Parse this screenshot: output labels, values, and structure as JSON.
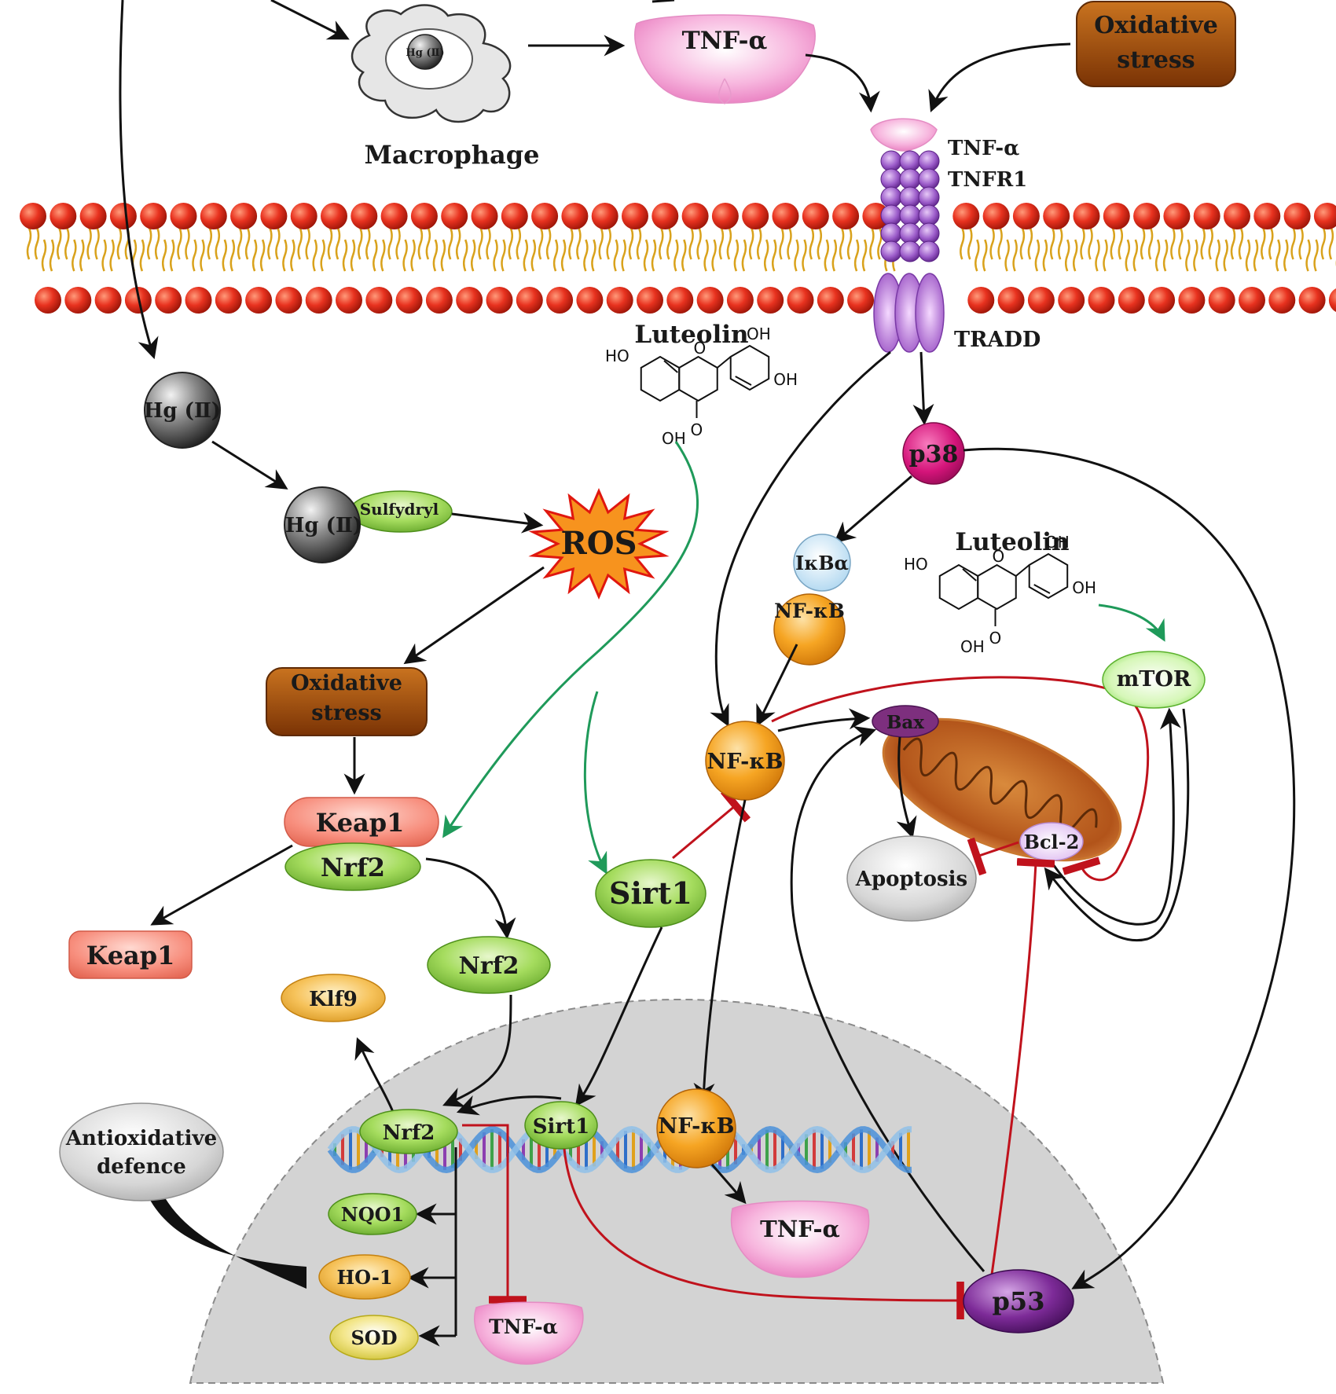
{
  "colors": {
    "activation_arrow": "#111111",
    "inhibition": "#c0121c",
    "luteolin_arrow": "#1f9a5a",
    "membrane_head": "#e8321f",
    "membrane_tail": "#d9a21c",
    "nucleus": "#d3d3d3",
    "oxidative_stress": "#9a4a0c",
    "tnf": "#f5a8d6",
    "keap1": "#f6887a",
    "nrf2": "#8fcf3f",
    "nfkb": "#f29a16",
    "p38": "#d4147a",
    "p53": "#6d1b86",
    "ros": "#f7931e",
    "mtor": "#86e04a",
    "bcl2": "#e3c1f2",
    "bax": "#7d2f7e"
  },
  "labels": {
    "macrophage": "Macrophage",
    "macrophage_hg": "Hg (Ⅱ)",
    "tnf_top": "TNF-α",
    "oxidative_stress_top": [
      "Oxidative",
      "stress"
    ],
    "receptor_tnf": "TNF-α",
    "receptor_tnfr1": "TNFR1",
    "tradd": "TRADD",
    "hg_free": "Hg (Ⅱ)",
    "hg_bound": "Hg (Ⅱ)",
    "sulfydryl": "Sulfydryl",
    "ros": "ROS",
    "oxidative_stress_mid": [
      "Oxidative",
      "stress"
    ],
    "keap1_complex": "Keap1",
    "nrf2_complex": "Nrf2",
    "keap1_free": "Keap1",
    "nrf2_free": "Nrf2",
    "klf9": "Klf9",
    "luteolin_1": "Luteolin",
    "luteolin_2": "Luteolin",
    "sirt1_cyto": "Sirt1",
    "p38": "p38",
    "ikba": "IκBα",
    "nfkb_complex": "NF-κB",
    "nfkb_cyto": "NF-κB",
    "mtor": "mTOR",
    "bax": "Bax",
    "bcl2": "Bcl-2",
    "apoptosis": "Apoptosis",
    "antioxidative": [
      "Antioxidative",
      "defence"
    ],
    "nrf2_nuc": "Nrf2",
    "sirt1_nuc": "Sirt1",
    "nfkb_nuc": "NF-κB",
    "nqo1": "NQO1",
    "ho1": "HO-1",
    "sod": "SOD",
    "tnf_nuc_left": "TNF-α",
    "tnf_nuc_right": "TNF-α",
    "p53": "p53"
  },
  "chem": {
    "ho": "HO",
    "oh": "OH",
    "o": "O"
  }
}
